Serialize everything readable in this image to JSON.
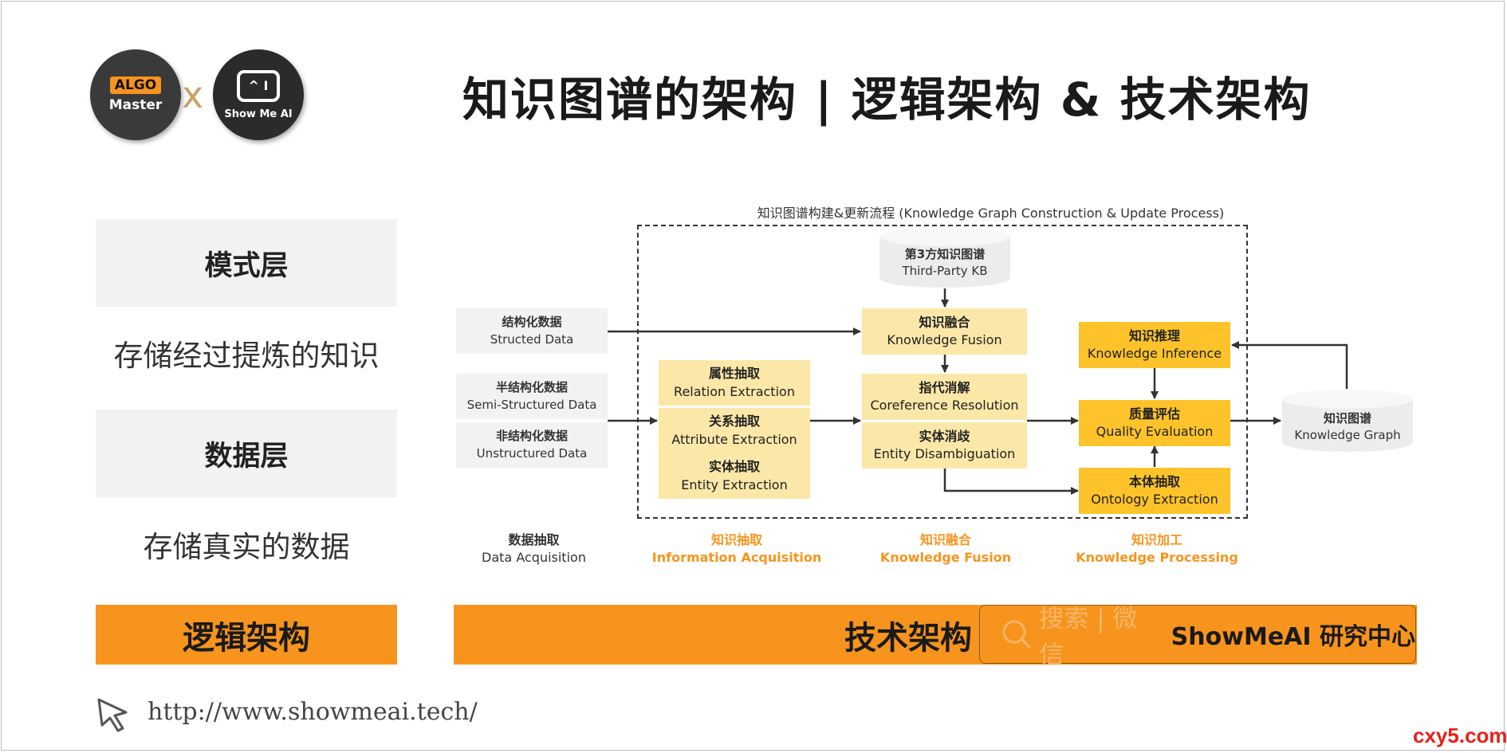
{
  "logos": {
    "algo_tag": "ALGO",
    "algo_text": "Master",
    "x_mark": "x",
    "showmeai_icon_text": "^ I",
    "showmeai_text": "Show Me AI"
  },
  "title": "知识图谱的架构 | 逻辑架构 & 技术架构",
  "logical": {
    "schema_layer": "模式层",
    "schema_desc": "存储经过提炼的知识",
    "data_layer": "数据层",
    "data_desc": "存储真实的数据",
    "footer": "逻辑架构"
  },
  "diagram": {
    "process_title": "知识图谱构建&更新流程 (Knowledge Graph Construction & Update Process)",
    "third_party": {
      "zh": "第3方知识图谱",
      "en": "Third-Party KB"
    },
    "structured": {
      "zh": "结构化数据",
      "en": "Structed Data"
    },
    "semi_structured": {
      "zh": "半结构化数据",
      "en": "Semi-Structured Data"
    },
    "unstructured": {
      "zh": "非结构化数据",
      "en": "Unstructured Data"
    },
    "attr_extraction": {
      "zh": "属性抽取",
      "en": "Relation Extraction"
    },
    "rel_extraction": {
      "zh": "关系抽取",
      "en": "Attribute Extraction"
    },
    "entity_extraction": {
      "zh": "实体抽取",
      "en": "Entity Extraction"
    },
    "knowledge_fusion": {
      "zh": "知识融合",
      "en": "Knowledge Fusion"
    },
    "coreference": {
      "zh": "指代消解",
      "en": "Coreference Resolution"
    },
    "disambiguation": {
      "zh": "实体消歧",
      "en": "Entity Disambiguation"
    },
    "inference": {
      "zh": "知识推理",
      "en": "Knowledge Inference"
    },
    "quality": {
      "zh": "质量评估",
      "en": "Quality Evaluation"
    },
    "ontology": {
      "zh": "本体抽取",
      "en": "Ontology Extraction"
    },
    "kg": {
      "zh": "知识图谱",
      "en": "Knowledge Graph"
    },
    "stages": [
      {
        "zh": "数据抽取",
        "en": "Data Acquisition"
      },
      {
        "zh": "知识抽取",
        "en": "Information Acquisition"
      },
      {
        "zh": "知识融合",
        "en": "Knowledge Fusion"
      },
      {
        "zh": "知识加工",
        "en": "Knowledge Processing"
      }
    ]
  },
  "tech_footer": "技术架构",
  "search": {
    "placeholder": "搜索 | 微信",
    "brand": "ShowMeAI 研究中心"
  },
  "url": "http://www.showmeai.tech/",
  "watermark": "cxy5.com",
  "colors": {
    "accent_orange": "#f7941d",
    "box_yellow_light": "#fbe8a8",
    "box_yellow": "#fec32a",
    "box_grey": "#f2f2f2"
  }
}
